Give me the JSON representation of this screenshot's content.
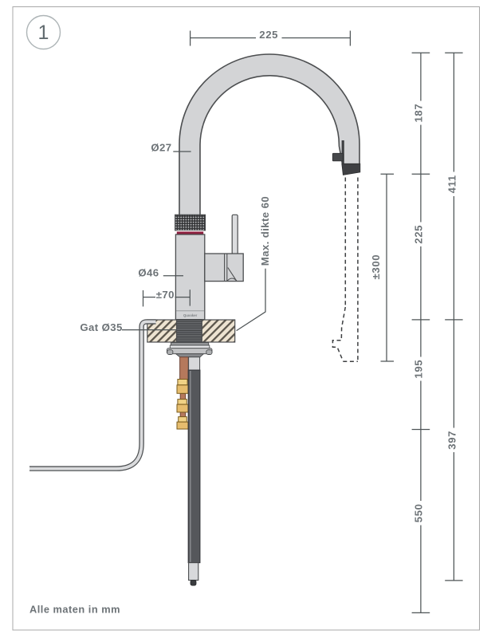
{
  "page": {
    "badge_number": "1",
    "footnote": "Alle maten in mm",
    "brand": "Quooker"
  },
  "labels": {
    "top_width": "225",
    "spout_diameter": "Ø27",
    "body_diameter": "Ø46",
    "center_offset": "±70",
    "hole_diameter": "Gat Ø35",
    "max_counter_thickness": "Max. dikte 60",
    "pullout_extension": "±300"
  },
  "dimensions": {
    "right_inner": [
      {
        "label": "187"
      },
      {
        "label": "225"
      },
      {
        "label": "195"
      },
      {
        "label": "550"
      }
    ],
    "right_outer": [
      {
        "label": "411"
      },
      {
        "label": "397"
      }
    ]
  },
  "colors": {
    "outline": "#4c4e50",
    "metal": "#d3d4d6",
    "metal_light": "#dcdddf",
    "metal_dark": "#3f4043",
    "accent_red": "#8e2040",
    "counter_fill": "#ede3d1",
    "counter_hatch": "#5c564c",
    "copper": "#b5795c",
    "brass": "#e6bd6e",
    "brass_light": "#f0d285",
    "hose_dark": "#55575b",
    "dim_line": "#4e5456",
    "text": "#686e72"
  }
}
